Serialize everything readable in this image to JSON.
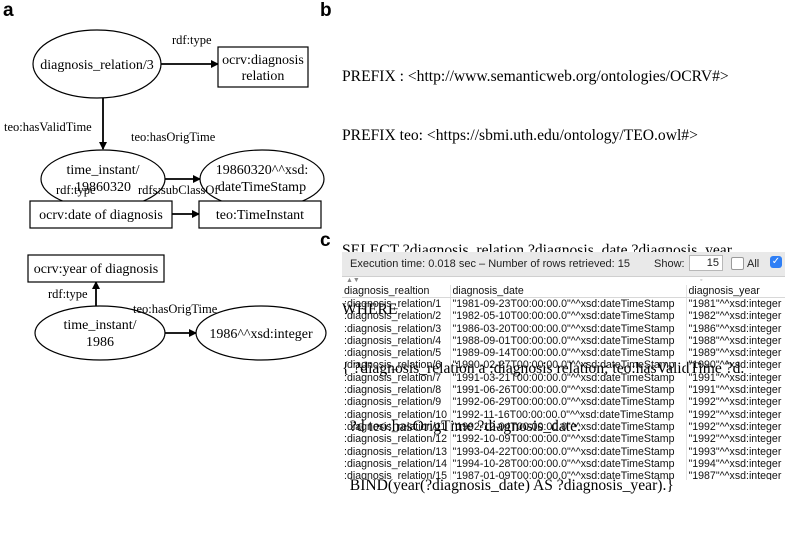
{
  "panels": {
    "a": "a",
    "b": "b",
    "c": "c"
  },
  "diagram": {
    "nodes": {
      "diagnosis_relation": "diagnosis_relation/3",
      "ocrv_diagnosis_relation": [
        "ocrv:diagnosis",
        "relation"
      ],
      "time_instant_top": [
        "time_instant/",
        "19860320"
      ],
      "orig_time_top": [
        "19860320^^xsd:",
        "dateTimeStamp"
      ],
      "date_of_diagnosis": "ocrv:date of diagnosis",
      "teo_time_instant": "teo:TimeInstant",
      "year_of_diagnosis": "ocrv:year of diagnosis",
      "time_instant_bottom": [
        "time_instant/",
        "1986"
      ],
      "orig_time_bottom": "1986^^xsd:integer"
    },
    "edges": {
      "rdf_type_1": "rdf:type",
      "has_valid_time": "teo:hasValidTime",
      "has_orig_time_1": "teo:hasOrigTime",
      "rdf_type_2": "rdf:type",
      "sub_class_of": "rdfs:subClassOf",
      "rdf_type_3": "rdf:type",
      "has_orig_time_2": "teo:hasOrigTime"
    }
  },
  "sparql": {
    "lines_1": [
      "PREFIX : <http://www.semanticweb.org/ontologies/OCRV#>",
      "PREFIX teo: <https://sbmi.uth.edu/ontology/TEO.owl#>"
    ],
    "lines_2": [
      "SELECT ?diagnosis_relation ?diagnosis_date ?diagnosis_year",
      "WHERE",
      "{ ?diagnosis_relation a :diagnosis relation; teo:hasValidTime ?d.",
      "  ?d teo:hasOrigTime ?diagnosis_date.",
      "  BIND(year(?diagnosis_date) AS ?diagnosis_year).}"
    ]
  },
  "results": {
    "execution_text": "Execution time: 0.018 sec – Number of rows retrieved: 15",
    "show_label": "Show:",
    "show_value": "15",
    "all_label": "All",
    "columns": [
      "diagnosis_realtion",
      "diagnosis_date",
      "diagnosis_year"
    ],
    "rows": [
      [
        ":diagnosis_relation/1",
        "\"1981-09-23T00:00:00.0\"^^xsd:dateTimeStamp",
        "\"1981\"^^xsd:integer"
      ],
      [
        ":diagnosis_relation/2",
        "\"1982-05-10T00:00:00.0\"^^xsd:dateTimeStamp",
        "\"1982\"^^xsd:integer"
      ],
      [
        ":diagnosis_relation/3",
        "\"1986-03-20T00:00:00.0\"^^xsd:dateTimeStamp",
        "\"1986\"^^xsd:integer"
      ],
      [
        ":diagnosis_relation/4",
        "\"1988-09-01T00:00:00.0\"^^xsd:dateTimeStamp",
        "\"1988\"^^xsd:integer"
      ],
      [
        ":diagnosis_relation/5",
        "\"1989-09-14T00:00:00.0\"^^xsd:dateTimeStamp",
        "\"1989\"^^xsd:integer"
      ],
      [
        ":diagnosis_relation/6",
        "\"1990-02-27T00:00:00.0\"^^xsd:dateTimeStamp",
        "\"1990\"^^xsd:integer"
      ],
      [
        ":diagnosis_relation/7",
        "\"1991-03-21T00:00:00.0\"^^xsd:dateTimeStamp",
        "\"1991\"^^xsd:integer"
      ],
      [
        ":diagnosis_relation/8",
        "\"1991-06-26T00:00:00.0\"^^xsd:dateTimeStamp",
        "\"1991\"^^xsd:integer"
      ],
      [
        ":diagnosis_relation/9",
        "\"1992-06-29T00:00:00.0\"^^xsd:dateTimeStamp",
        "\"1992\"^^xsd:integer"
      ],
      [
        ":diagnosis_relation/10",
        "\"1992-11-16T00:00:00.0\"^^xsd:dateTimeStamp",
        "\"1992\"^^xsd:integer"
      ],
      [
        ":diagnosis_relation/11",
        "\"1992-12-04T00:00:00.0\"^^xsd:dateTimeStamp",
        "\"1992\"^^xsd:integer"
      ],
      [
        ":diagnosis_relation/12",
        "\"1992-10-09T00:00:00.0\"^^xsd:dateTimeStamp",
        "\"1992\"^^xsd:integer"
      ],
      [
        ":diagnosis_relation/13",
        "\"1993-04-22T00:00:00.0\"^^xsd:dateTimeStamp",
        "\"1993\"^^xsd:integer"
      ],
      [
        ":diagnosis_relation/14",
        "\"1994-10-28T00:00:00.0\"^^xsd:dateTimeStamp",
        "\"1994\"^^xsd:integer"
      ],
      [
        ":diagnosis_relation/15",
        "\"1987-01-09T00:00:00.0\"^^xsd:dateTimeStamp",
        "\"1987\"^^xsd:integer"
      ]
    ]
  }
}
